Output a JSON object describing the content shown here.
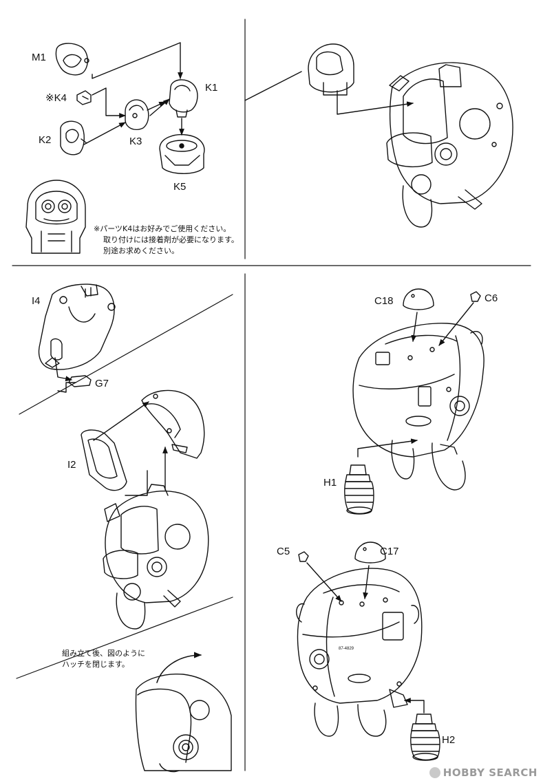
{
  "labels": {
    "m1": "M1",
    "k4": "※K4",
    "k1": "K1",
    "k2": "K2",
    "k3": "K3",
    "k5": "K5",
    "i4": "I4",
    "g7": "G7",
    "i2": "I2",
    "c18": "C18",
    "c6": "C6",
    "h1": "H1",
    "c5": "C5",
    "c17": "C17",
    "h2": "H2"
  },
  "note_k4": [
    "※パーツK4はお好みでご使用ください。",
    "取り付けには接着剤が必要になります。",
    "別途お求めください。"
  ],
  "note_hatch": [
    "組み立て後、図のように",
    "ハッチを閉じます。"
  ],
  "hull_marking": "87-4829",
  "watermark": "HOBBY SEARCH"
}
